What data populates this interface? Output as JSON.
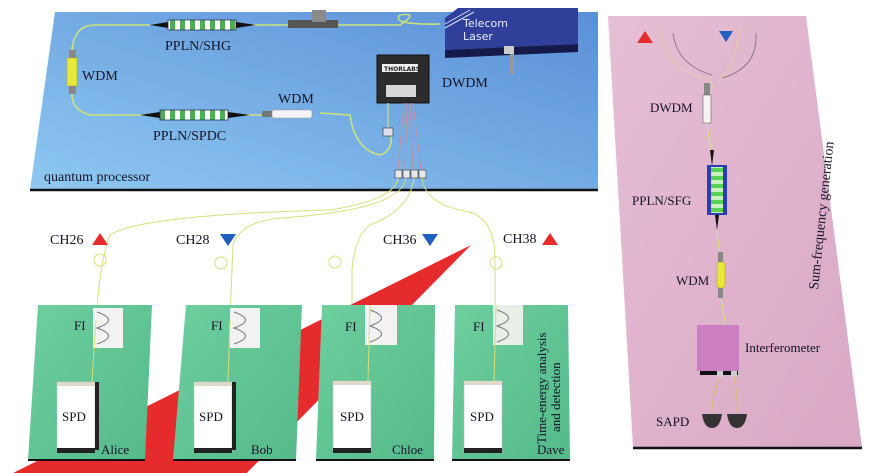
{
  "quantum_processor": {
    "title": "quantum processor",
    "components": {
      "pp_shg": "PPLN/SHG",
      "pp_spdc": "PPLN/SPDC",
      "wdm_left": "WDM",
      "wdm_middle": "WDM",
      "dwdm": "DWDM",
      "laser_line1": "Telecom",
      "laser_line2": "Laser",
      "dwdm_brand": "THORLABS"
    }
  },
  "channels": [
    {
      "label": "CH26",
      "marker": "up",
      "color": "#e52b2b"
    },
    {
      "label": "CH28",
      "marker": "down",
      "color": "#1f5fbf"
    },
    {
      "label": "CH36",
      "marker": "down",
      "color": "#1f5fbf"
    },
    {
      "label": "CH38",
      "marker": "up",
      "color": "#e52b2b"
    }
  ],
  "detection_boards": [
    {
      "user": "Alice",
      "filter": "FI",
      "detector": "SPD"
    },
    {
      "user": "Bob",
      "filter": "FI",
      "detector": "SPD"
    },
    {
      "user": "Chloe",
      "filter": "FI",
      "detector": "SPD"
    },
    {
      "user": "Dave",
      "filter": "FI",
      "detector": "SPD"
    }
  ],
  "detection_caption": {
    "line1": "Time-energy analysis",
    "line2": "and detection"
  },
  "sfg_board": {
    "title": "Sum-frequency generation",
    "dwdm": "DWDM",
    "pp_sfg": "PPLN/SFG",
    "wdm": "WDM",
    "interferometer": "Interferometer",
    "sapd": "SAPD",
    "markers": [
      {
        "marker": "up",
        "color": "#e52b2b"
      },
      {
        "marker": "down",
        "color": "#1f5fbf"
      }
    ]
  },
  "colors": {
    "processor_board": "#7fb3e8",
    "detection_board": "#6cc79a",
    "sfg_board": "#e0b3cc",
    "fiber": "#d6e07a",
    "pp_green": "#4caf50",
    "wdm_yellow": "#e8e83a"
  }
}
